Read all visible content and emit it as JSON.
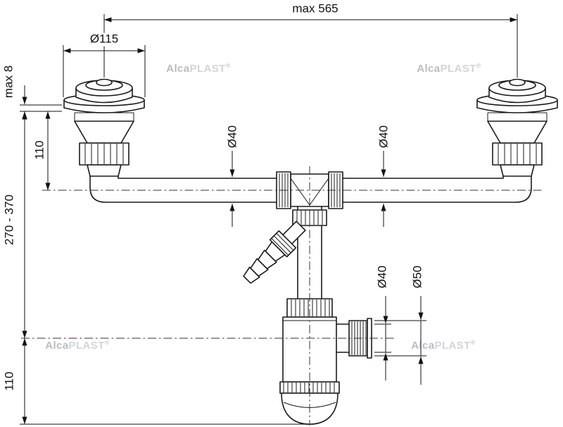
{
  "dimensions": {
    "overall_width": "max 565",
    "strainer_diameter": "Ø115",
    "flange_thickness": "max 8",
    "strainer_height": "110",
    "installation_height": "270 - 370",
    "trap_bottom_height": "110",
    "pipe_diameter_left": "Ø40",
    "pipe_diameter_right": "Ø40",
    "outlet_inner_diameter": "Ø40",
    "outlet_outer_diameter": "Ø50"
  },
  "watermark": {
    "brand_bold": "Alca",
    "brand_light": "PLAST",
    "registered": "®"
  },
  "colors": {
    "line": "#1a1a1a",
    "dimension": "#111111",
    "centerline": "#333333",
    "watermark": "#c6c9cb",
    "background": "#ffffff"
  }
}
